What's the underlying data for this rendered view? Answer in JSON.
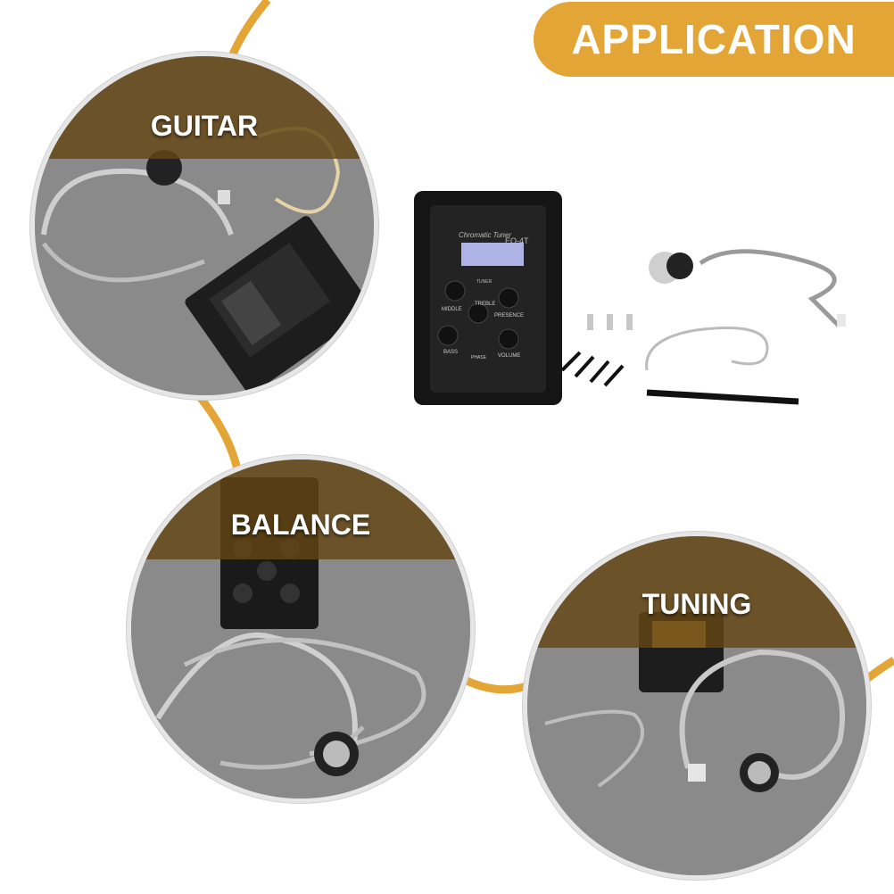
{
  "header": {
    "title": "APPLICATION"
  },
  "panels": [
    {
      "id": "guitar",
      "label": "GUITAR"
    },
    {
      "id": "balance",
      "label": "BALANCE"
    },
    {
      "id": "tuning",
      "label": "TUNING"
    }
  ],
  "product": {
    "tuner_brand": "Chromatic Tuner",
    "model": "EQ-4T",
    "knobs": [
      "MIDDLE",
      "TREBLE",
      "PRESENCE",
      "BASS",
      "VOLUME"
    ],
    "small_labels": [
      "TUNER",
      "PHASE"
    ]
  },
  "colors": {
    "accent": "#e2a536",
    "band": "#64461480",
    "circle_bg": "#8e8e8e"
  }
}
